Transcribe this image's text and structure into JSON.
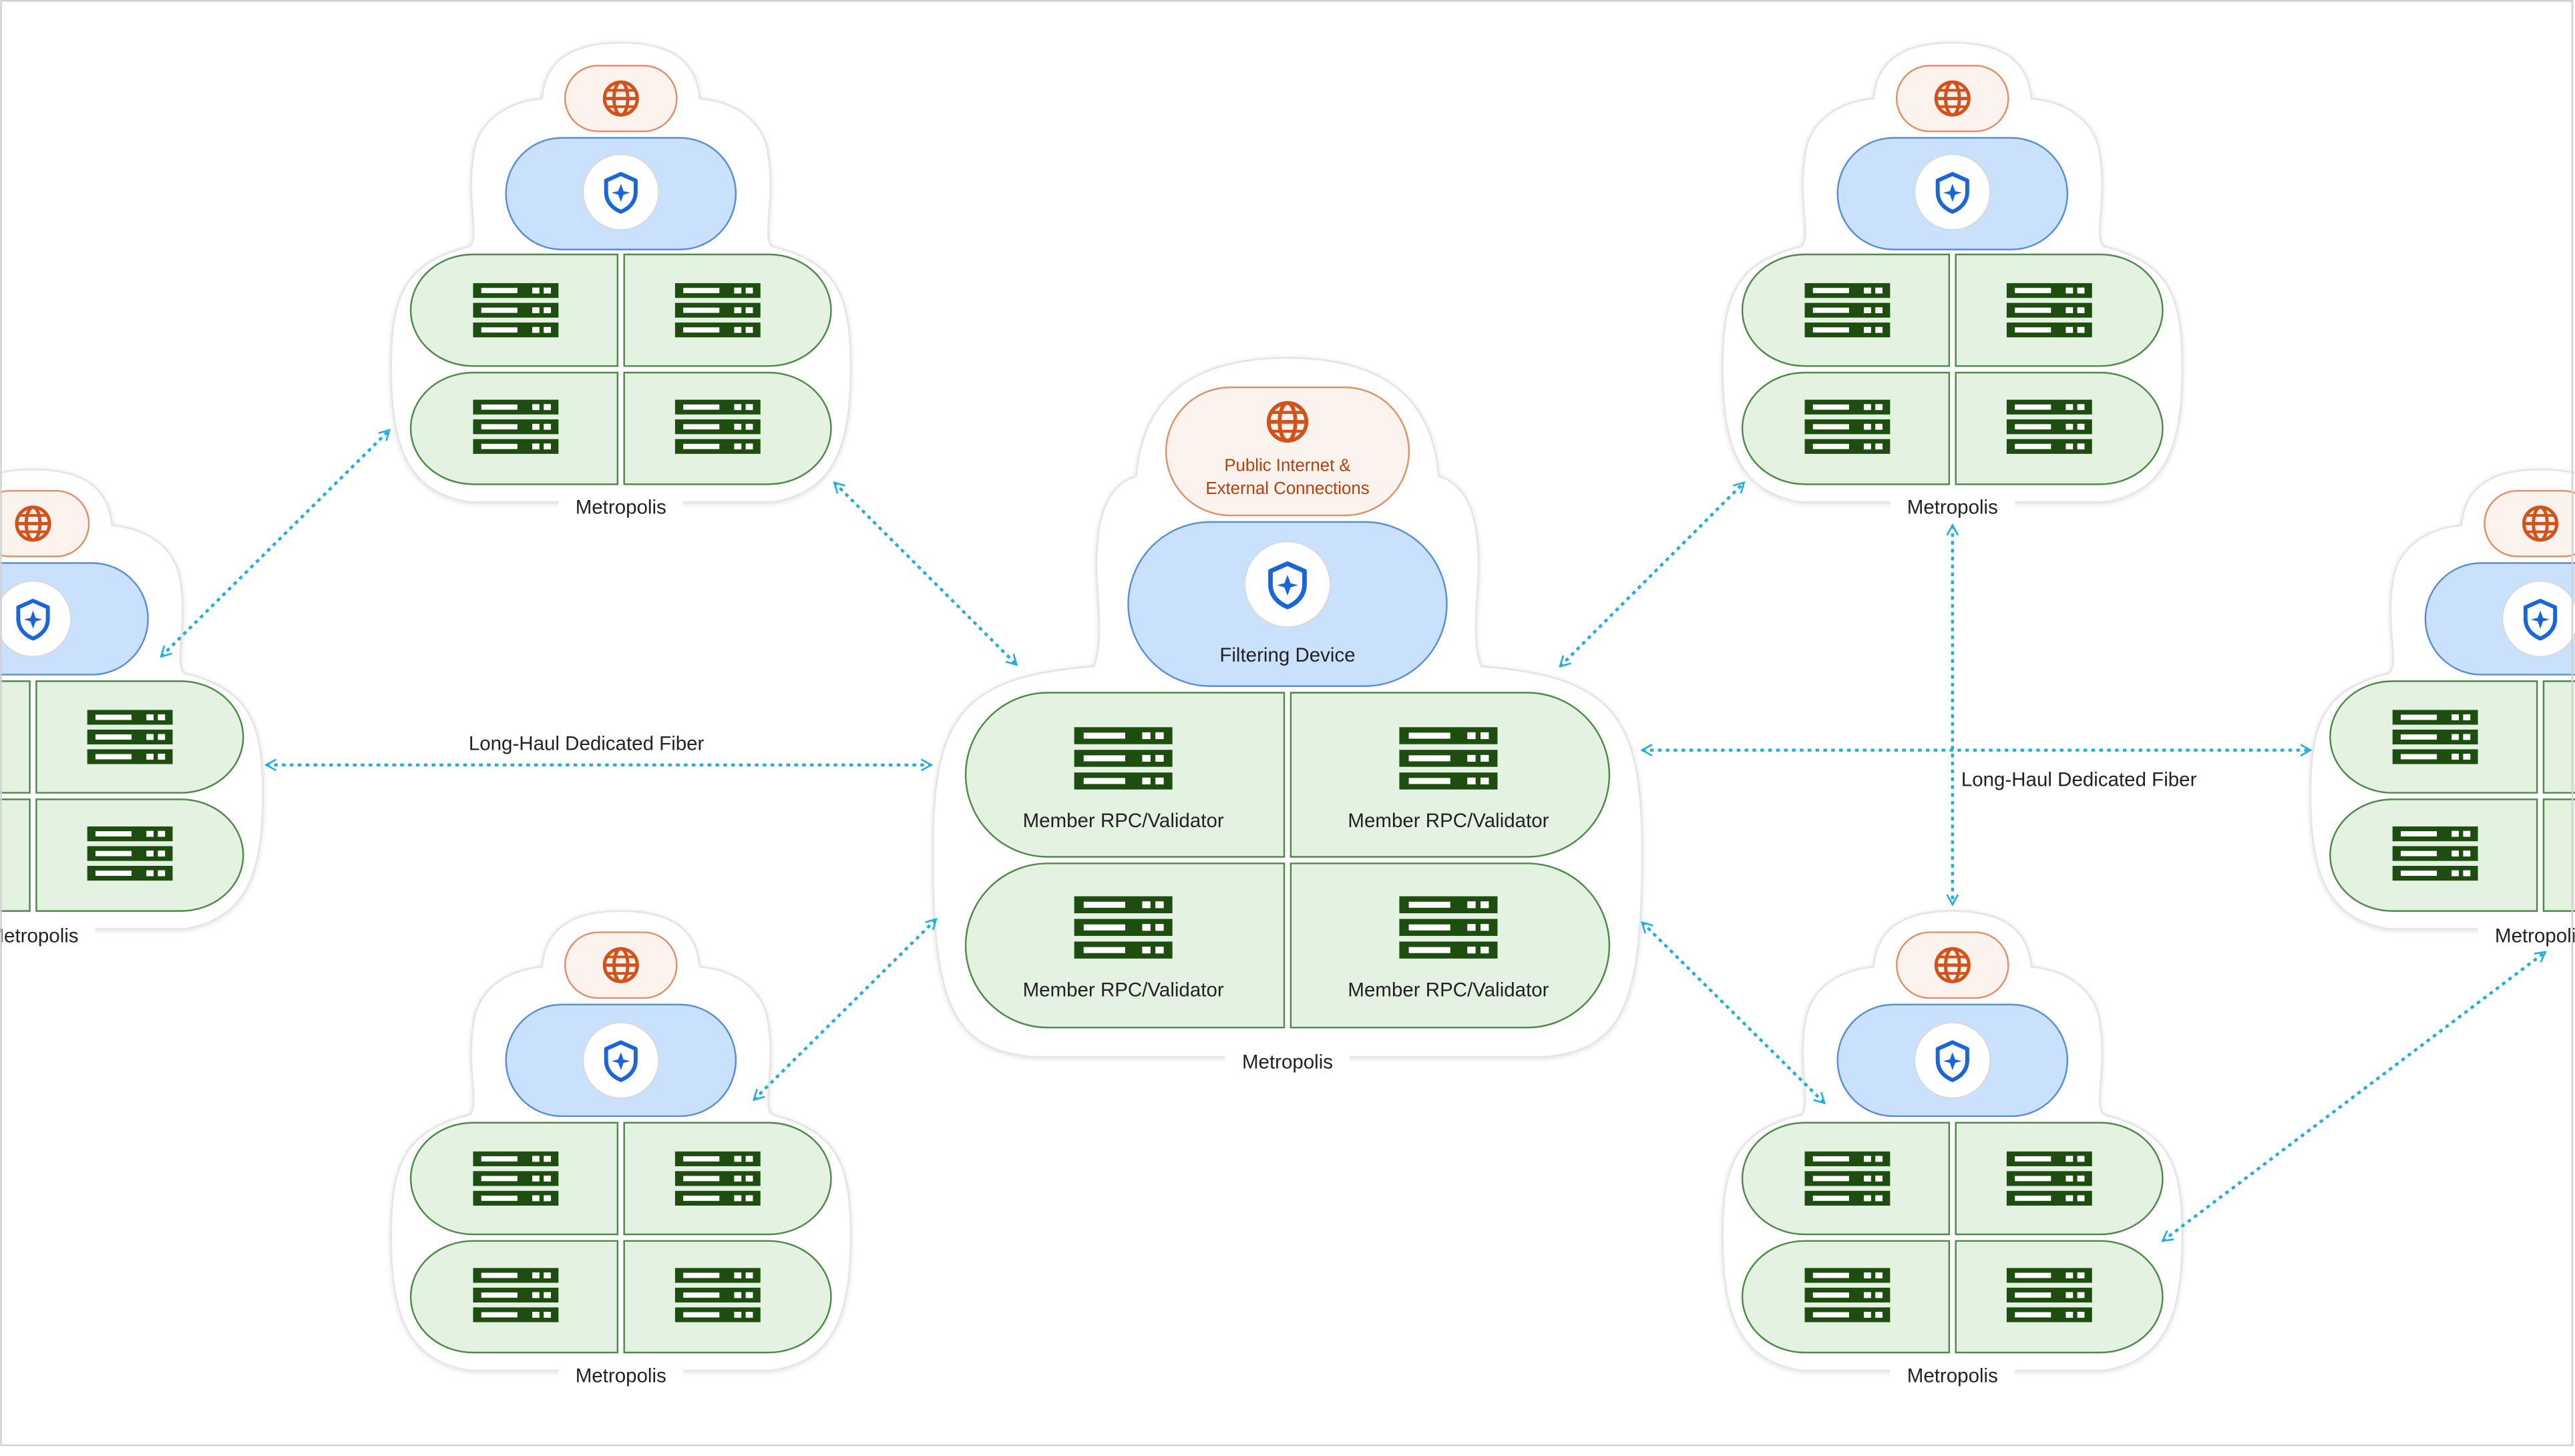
{
  "metro_label": "Metropolis",
  "link_label": "Long-Haul Dedicated Fiber",
  "hub": {
    "internet_label_line1": "Public Internet &",
    "internet_label_line2": "External Connections",
    "filter_label": "Filtering Device",
    "server_label": "Member RPC/Validator"
  },
  "colors": {
    "server_fill": "#e3f2e1",
    "server_stroke": "#4f8a4a",
    "server_icon": "#1e4d10",
    "filter_fill": "#c9e1fc",
    "filter_stroke": "#5a8fd6",
    "shield": "#1a66d9",
    "internet_fill": "#fdf3ee",
    "internet_stroke": "#e1906a",
    "globe": "#d4511a",
    "internet_text": "#b5400c",
    "link": "#1eaee0",
    "text": "#222222"
  },
  "icons": [
    "globe-icon",
    "shield-icon",
    "server-icon"
  ]
}
